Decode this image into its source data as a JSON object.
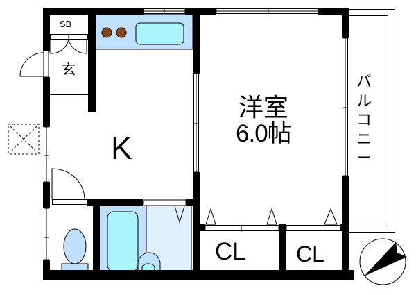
{
  "plan": {
    "rooms": {
      "shoe_box": {
        "label": "SB"
      },
      "entrance": {
        "label": "玄"
      },
      "kitchen": {
        "label": "K"
      },
      "western_room": {
        "label": "洋室",
        "size": "6.0帖"
      },
      "closet_1": {
        "label": "CL"
      },
      "closet_2": {
        "label": "CL"
      },
      "balcony": {
        "label": "バルコニー",
        "chars": [
          "バ",
          "ル",
          "コ",
          "ニ",
          "ー"
        ]
      }
    },
    "colors": {
      "wall": "#000000",
      "kitchen_counter": "#bfe0ff",
      "sink": "#aaf5fb",
      "stove_burner": "#8b4513",
      "bathtub_area": "#bfe0ff",
      "bath_floor": "#dff0ff",
      "toilet": "#bfe0ff"
    },
    "compass": {
      "icon": "north-arrow-icon"
    }
  }
}
